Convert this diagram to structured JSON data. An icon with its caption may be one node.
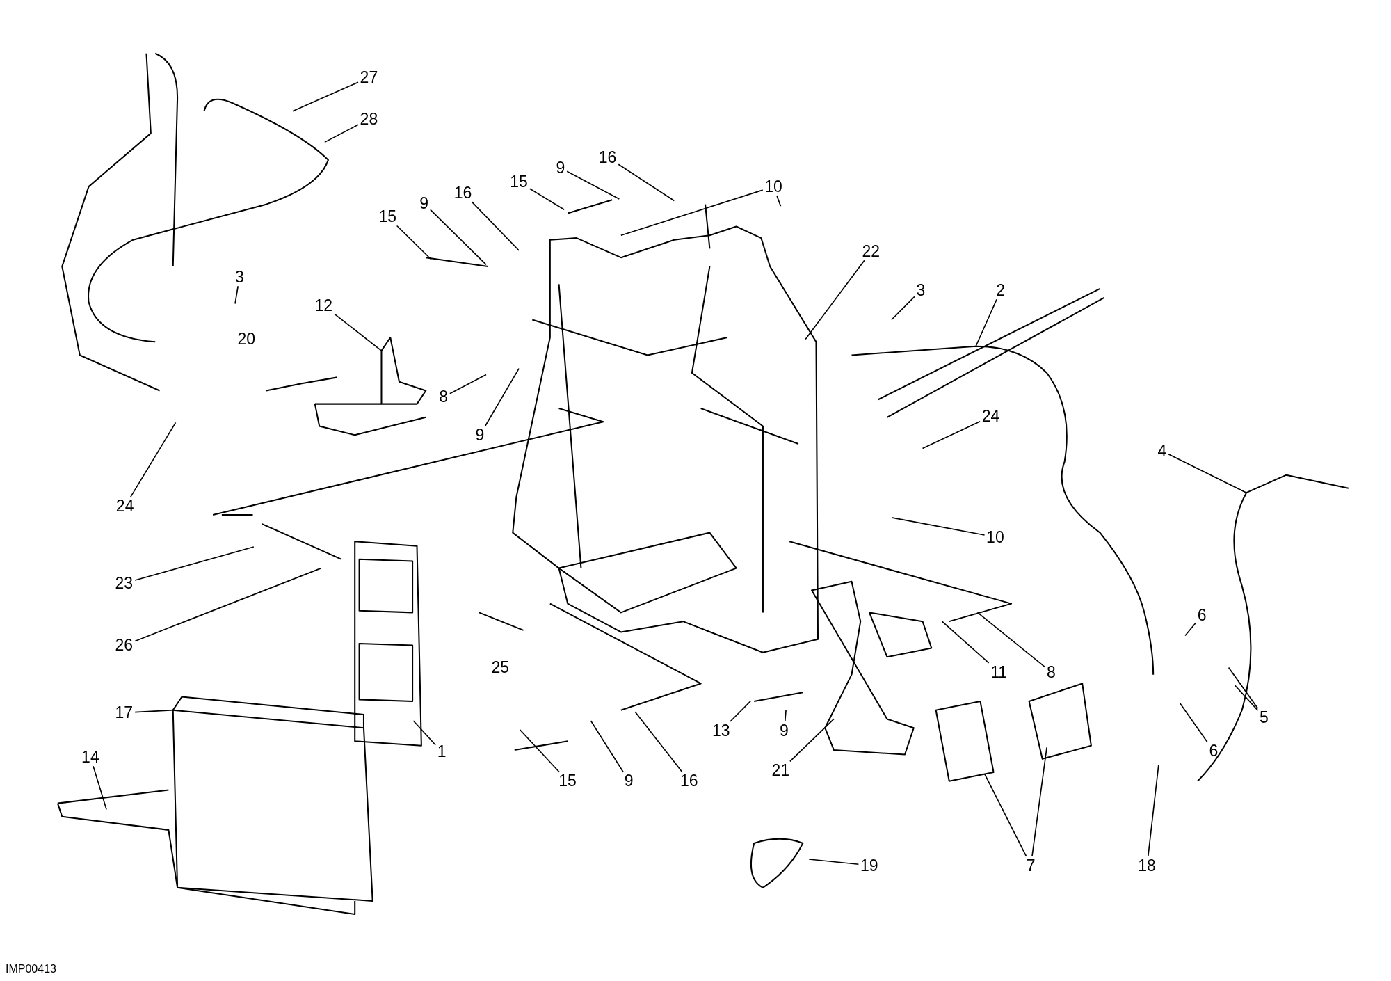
{
  "diagram": {
    "nodes": [
      {
        "text": [
          "27"
        ]
      },
      {
        "text": [
          "28"
        ]
      },
      {
        "text": [
          "16"
        ]
      },
      {
        "text": [
          "9"
        ]
      },
      {
        "text": [
          "10"
        ]
      },
      {
        "text": [
          "15"
        ]
      },
      {
        "text": [
          "16"
        ]
      },
      {
        "text": [
          "9"
        ]
      },
      {
        "text": [
          "15"
        ]
      },
      {
        "text": [
          "22"
        ]
      },
      {
        "text": [
          "3"
        ]
      },
      {
        "text": [
          "12"
        ]
      },
      {
        "text": [
          "3"
        ]
      },
      {
        "text": [
          "2"
        ]
      },
      {
        "text": [
          "20"
        ]
      },
      {
        "text": [
          "8"
        ]
      },
      {
        "text": [
          "24"
        ]
      },
      {
        "text": [
          "9"
        ]
      },
      {
        "text": [
          "4"
        ]
      },
      {
        "text": [
          "24"
        ]
      },
      {
        "text": [
          "10"
        ]
      },
      {
        "text": [
          "23"
        ]
      },
      {
        "text": [
          "6"
        ]
      },
      {
        "text": [
          "26"
        ]
      },
      {
        "text": [
          "25"
        ]
      },
      {
        "text": [
          "11"
        ]
      },
      {
        "text": [
          "8"
        ]
      },
      {
        "text": [
          "17"
        ]
      },
      {
        "text": [
          "5"
        ]
      },
      {
        "text": [
          "13"
        ]
      },
      {
        "text": [
          "9"
        ]
      },
      {
        "text": [
          "1"
        ]
      },
      {
        "text": [
          "6"
        ]
      },
      {
        "text": [
          "14"
        ]
      },
      {
        "text": [
          "21"
        ]
      },
      {
        "text": [
          "15"
        ]
      },
      {
        "text": [
          "9"
        ]
      },
      {
        "text": [
          "16"
        ]
      },
      {
        "text": [
          "19"
        ]
      },
      {
        "text": [
          "7"
        ]
      },
      {
        "text": [
          "18"
        ]
      }
    ],
    "edges": [
      {
        "from": 0,
        "to": null,
        "arrow": "none"
      },
      {
        "from": 1,
        "to": null,
        "arrow": "none"
      },
      {
        "from": 2,
        "to": null,
        "arrow": "none"
      },
      {
        "from": 3,
        "to": null,
        "arrow": "none"
      },
      {
        "from": 4,
        "to": null,
        "arrow": "none"
      },
      {
        "from": 4,
        "to": null,
        "arrow": "none"
      },
      {
        "from": 5,
        "to": null,
        "arrow": "none"
      },
      {
        "from": 6,
        "to": null,
        "arrow": "none"
      },
      {
        "from": 7,
        "to": null,
        "arrow": "none"
      },
      {
        "from": 8,
        "to": null,
        "arrow": "none"
      },
      {
        "from": 9,
        "to": null,
        "arrow": "none"
      },
      {
        "from": 10,
        "to": null,
        "arrow": "none"
      },
      {
        "from": 11,
        "to": null,
        "arrow": "none"
      },
      {
        "from": 12,
        "to": null,
        "arrow": "none"
      },
      {
        "from": 13,
        "to": null,
        "arrow": "none"
      },
      {
        "from": 15,
        "to": null,
        "arrow": "none"
      },
      {
        "from": 16,
        "to": null,
        "arrow": "none"
      },
      {
        "from": 17,
        "to": null,
        "arrow": "none"
      },
      {
        "from": 18,
        "to": null,
        "arrow": "none"
      },
      {
        "from": 19,
        "to": null,
        "arrow": "none"
      },
      {
        "from": 20,
        "to": null,
        "arrow": "none"
      },
      {
        "from": 21,
        "to": null,
        "arrow": "none"
      },
      {
        "from": 22,
        "to": null,
        "arrow": "none"
      },
      {
        "from": 23,
        "to": null,
        "arrow": "none"
      },
      {
        "from": 25,
        "to": null,
        "arrow": "none"
      },
      {
        "from": 26,
        "to": null,
        "arrow": "none"
      },
      {
        "from": 27,
        "to": null,
        "arrow": "none"
      },
      {
        "from": 28,
        "to": null,
        "arrow": "none"
      },
      {
        "from": 28,
        "to": null,
        "arrow": "none"
      },
      {
        "from": 29,
        "to": null,
        "arrow": "none"
      },
      {
        "from": 30,
        "to": null,
        "arrow": "none"
      },
      {
        "from": 31,
        "to": null,
        "arrow": "none"
      },
      {
        "from": 32,
        "to": null,
        "arrow": "none"
      },
      {
        "from": 33,
        "to": null,
        "arrow": "none"
      },
      {
        "from": 34,
        "to": null,
        "arrow": "none"
      },
      {
        "from": 35,
        "to": null,
        "arrow": "none"
      },
      {
        "from": 36,
        "to": null,
        "arrow": "none"
      },
      {
        "from": 37,
        "to": null,
        "arrow": "none"
      },
      {
        "from": 38,
        "to": null,
        "arrow": "none"
      },
      {
        "from": 39,
        "to": null,
        "arrow": "none"
      },
      {
        "from": 39,
        "to": null,
        "arrow": "none"
      },
      {
        "from": 40,
        "to": null,
        "arrow": "none"
      }
    ],
    "labels": [
      "IMP00413"
    ]
  }
}
